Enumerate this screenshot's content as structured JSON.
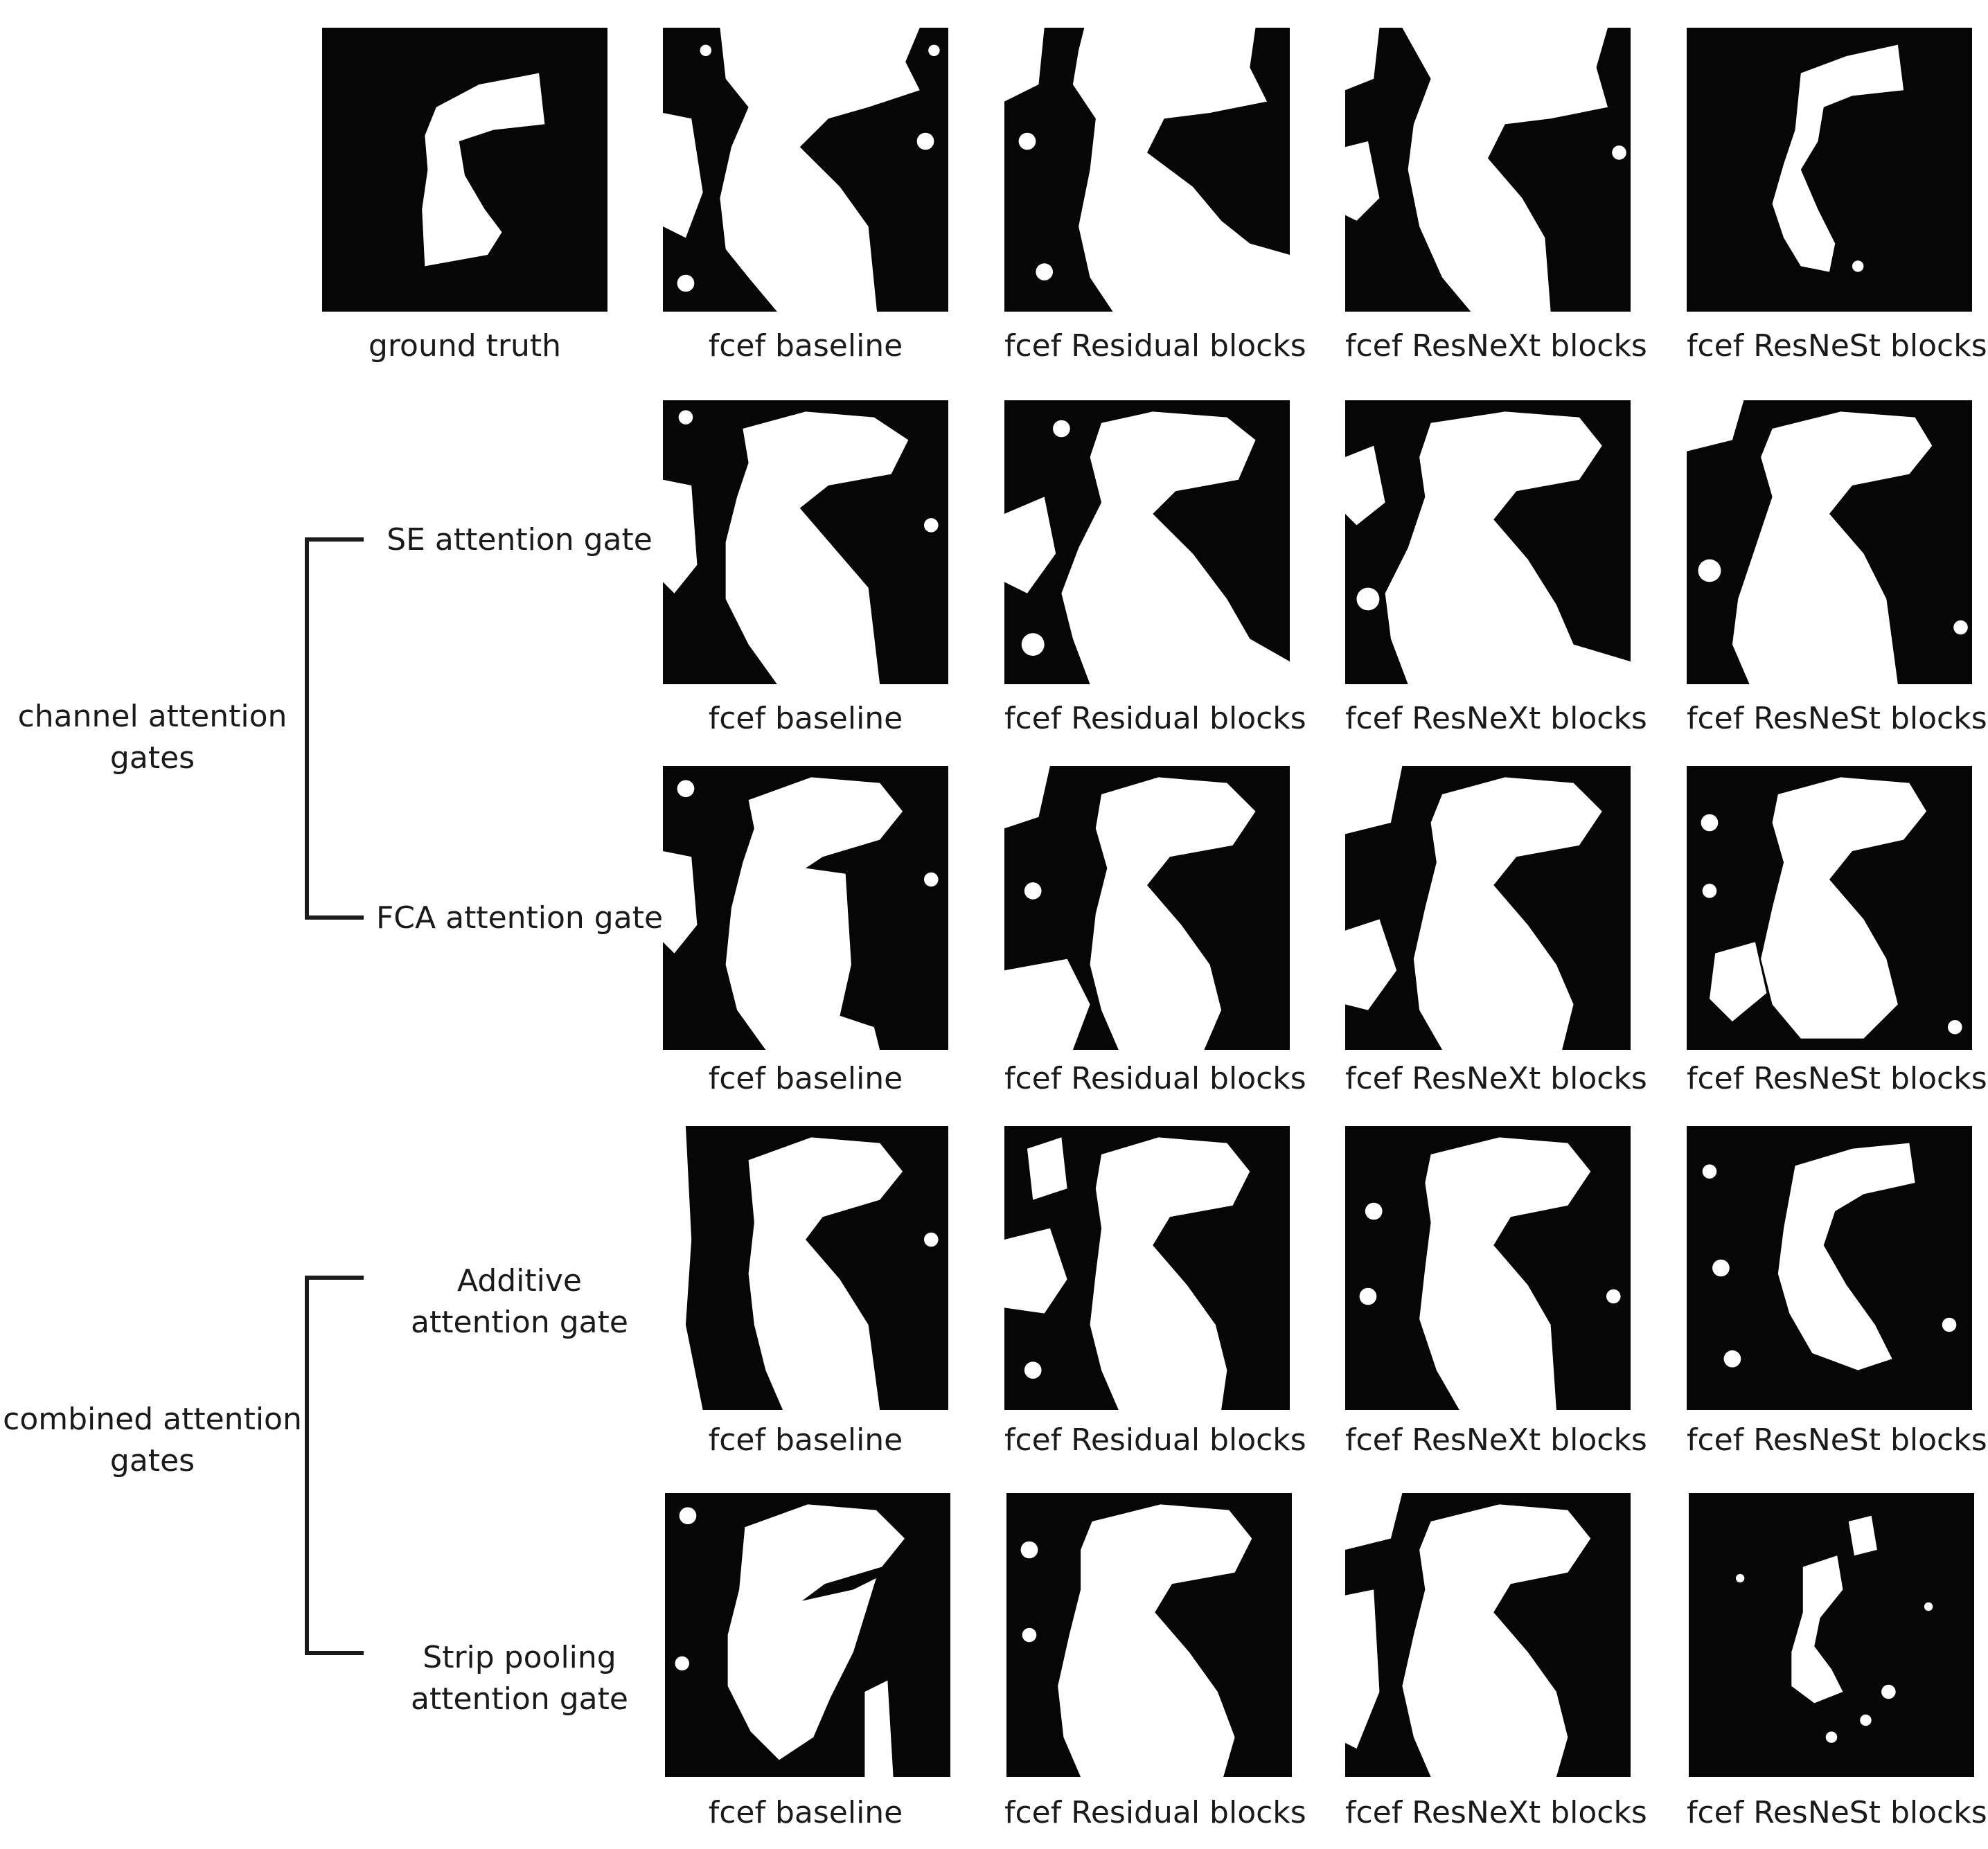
{
  "figure": {
    "rows": [
      {
        "row_label": "",
        "panels": [
          {
            "caption": "ground truth",
            "kind": "gt"
          },
          {
            "caption": "fcef baseline",
            "kind": "pred"
          },
          {
            "caption": "fcef Residual blocks",
            "kind": "pred"
          },
          {
            "caption": "fcef ResNeXt blocks",
            "kind": "pred"
          },
          {
            "caption": "fcef ResNeSt blocks",
            "kind": "pred"
          }
        ]
      },
      {
        "row_label": "SE attention gate",
        "panels": [
          {
            "caption": "fcef baseline",
            "kind": "pred"
          },
          {
            "caption": "fcef Residual blocks",
            "kind": "pred"
          },
          {
            "caption": "fcef ResNeXt blocks",
            "kind": "pred"
          },
          {
            "caption": "fcef ResNeSt blocks",
            "kind": "pred"
          }
        ]
      },
      {
        "row_label": "FCA attention gate",
        "panels": [
          {
            "caption": "fcef baseline",
            "kind": "pred"
          },
          {
            "caption": "fcef Residual blocks",
            "kind": "pred"
          },
          {
            "caption": "fcef ResNeXt blocks",
            "kind": "pred"
          },
          {
            "caption": "fcef ResNeSt blocks",
            "kind": "pred"
          }
        ]
      },
      {
        "row_label": "Additive attention gate",
        "panels": [
          {
            "caption": "fcef baseline",
            "kind": "pred"
          },
          {
            "caption": "fcef Residual blocks",
            "kind": "pred"
          },
          {
            "caption": "fcef ResNeXt blocks",
            "kind": "pred"
          },
          {
            "caption": "fcef ResNeSt blocks",
            "kind": "pred"
          }
        ]
      },
      {
        "row_label": "Strip pooling attention gate",
        "panels": [
          {
            "caption": "fcef baseline",
            "kind": "pred"
          },
          {
            "caption": "fcef Residual blocks",
            "kind": "pred"
          },
          {
            "caption": "fcef ResNeXt blocks",
            "kind": "pred"
          },
          {
            "caption": "fcef ResNeSt blocks",
            "kind": "pred"
          }
        ]
      }
    ],
    "groups": [
      {
        "label": "channel attention gates"
      },
      {
        "label": "combined attention gates"
      }
    ]
  }
}
